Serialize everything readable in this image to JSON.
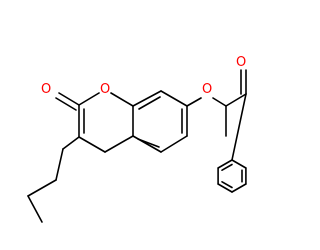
{
  "molecule": {
    "atom_labels": {
      "carbonyl_oxygen_ring": "O",
      "ring_oxygen": "O",
      "ether_oxygen": "O",
      "ketone_oxygen": "O"
    },
    "colors": {
      "bond": "#000000",
      "oxygen": "#ff0000",
      "background": "#ffffff"
    }
  }
}
